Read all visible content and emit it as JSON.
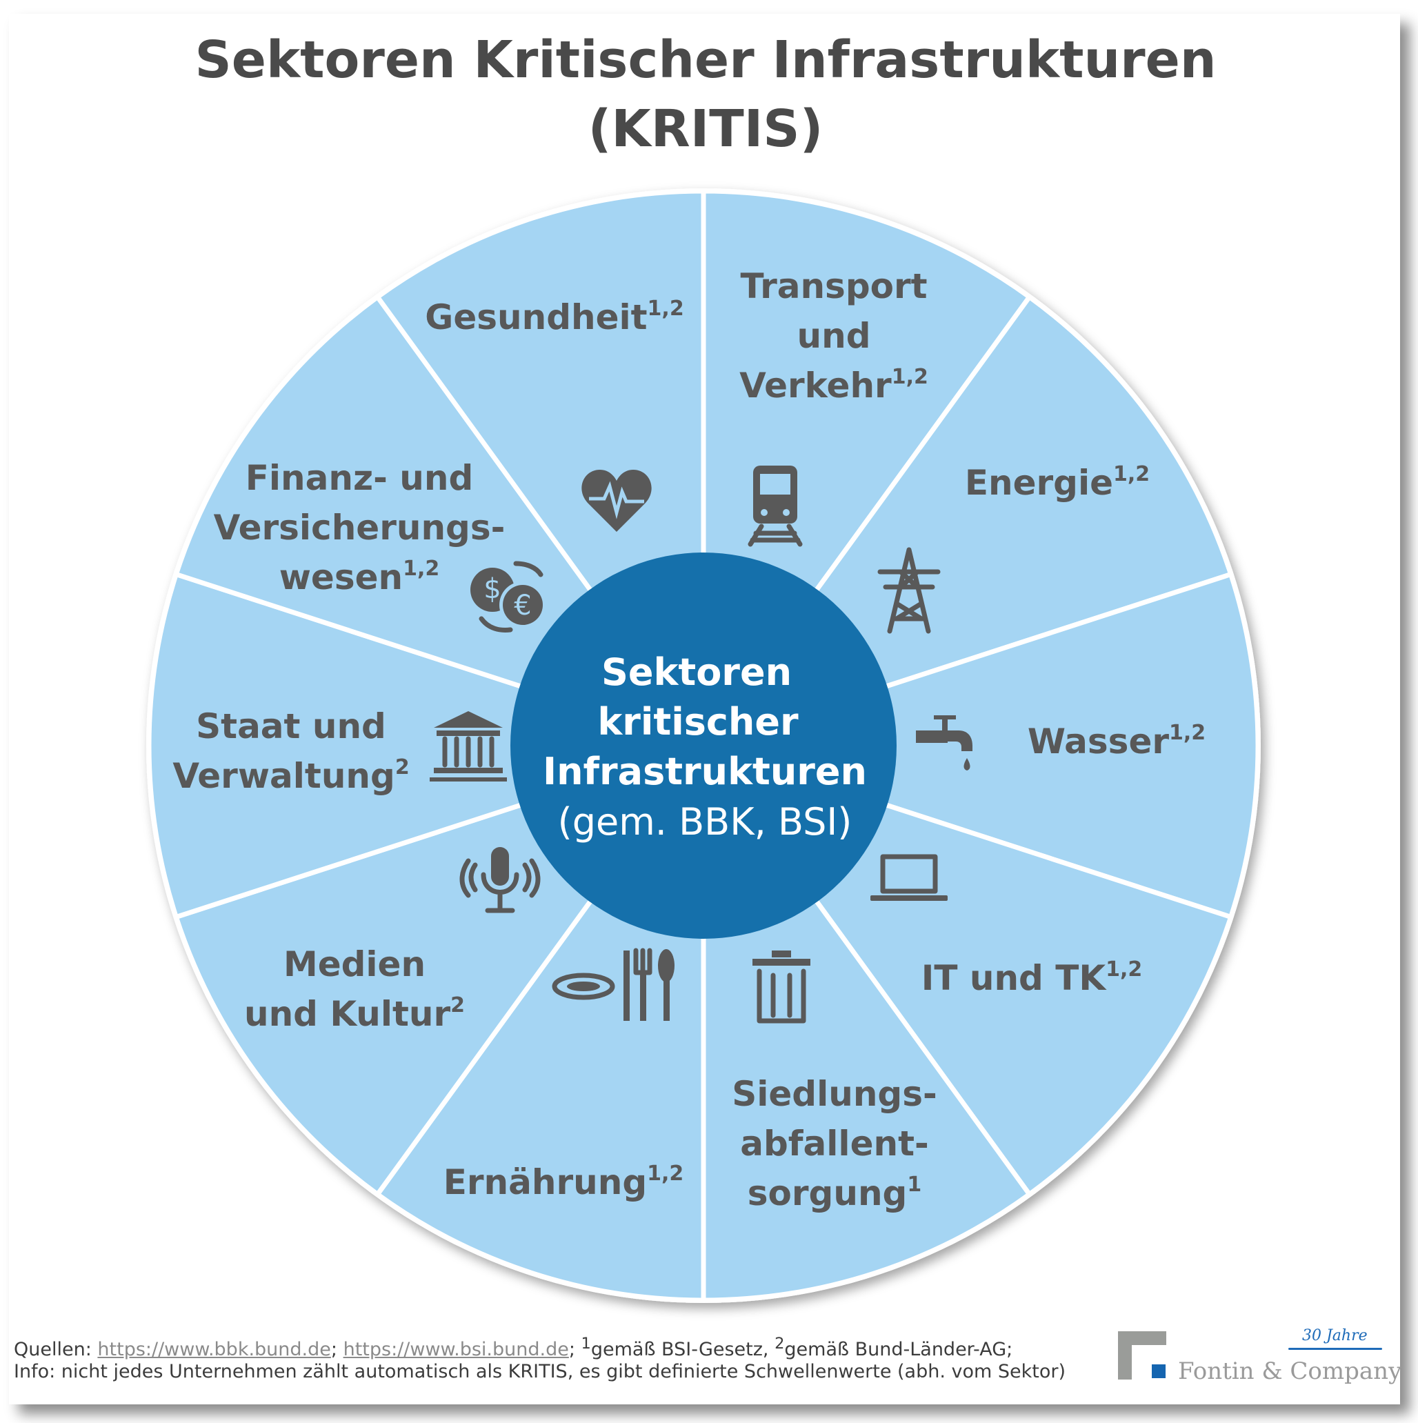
{
  "title": {
    "line1": "Sektoren Kritischer Infrastrukturen",
    "line2": "(KRITIS)"
  },
  "center": {
    "lines": [
      "Sektoren",
      "kritischer",
      "Infrastrukturen"
    ],
    "note": "(gem. BBK, BSI)"
  },
  "sectors": [
    {
      "lines": [
        "Gesundheit"
      ],
      "sup": "1,2",
      "icon": "heart-pulse-icon"
    },
    {
      "lines": [
        "Transport",
        "und",
        "Verkehr"
      ],
      "sup": "1,2",
      "icon": "train-icon"
    },
    {
      "lines": [
        "Energie"
      ],
      "sup": "1,2",
      "icon": "power-pylon-icon"
    },
    {
      "lines": [
        "Wasser"
      ],
      "sup": "1,2",
      "icon": "water-tap-icon"
    },
    {
      "lines": [
        "IT und TK"
      ],
      "sup": "1,2",
      "icon": "laptop-icon"
    },
    {
      "lines": [
        "Siedlungs-",
        "abfallent-",
        "sorgung"
      ],
      "sup": "1",
      "icon": "trash-icon"
    },
    {
      "lines": [
        "Ernährung"
      ],
      "sup": "1,2",
      "icon": "cutlery-icon"
    },
    {
      "lines": [
        "Medien",
        "und Kultur"
      ],
      "sup": "2",
      "icon": "microphone-icon"
    },
    {
      "lines": [
        "Staat und",
        "Verwaltung"
      ],
      "sup": "2",
      "icon": "government-building-icon"
    },
    {
      "lines": [
        "Finanz- und",
        "Versicherungs-",
        "wesen"
      ],
      "sup": "1,2",
      "icon": "currency-exchange-icon"
    }
  ],
  "footer": {
    "sources_label": "Quellen:",
    "link1": "https://www.bbk.bund.de",
    "sep": ";",
    "link2": "https://www.bsi.bund.de",
    "note1_sup": "1",
    "note1": "gemäß BSI-Gesetz,",
    "note2_sup": "2",
    "note2": "gemäß Bund-Länder-AG;",
    "info": "Info: nicht jedes Unternehmen zählt automatisch als KRITIS, es gibt definierte Schwellenwerte (abh. vom Sektor)"
  },
  "logo": {
    "company": "Fontin & Company",
    "anniversary": "30 Jahre"
  },
  "colors": {
    "sector": "#a5d5f3",
    "center": "#1570ab",
    "text": "#585858",
    "divider": "#ffffff"
  }
}
